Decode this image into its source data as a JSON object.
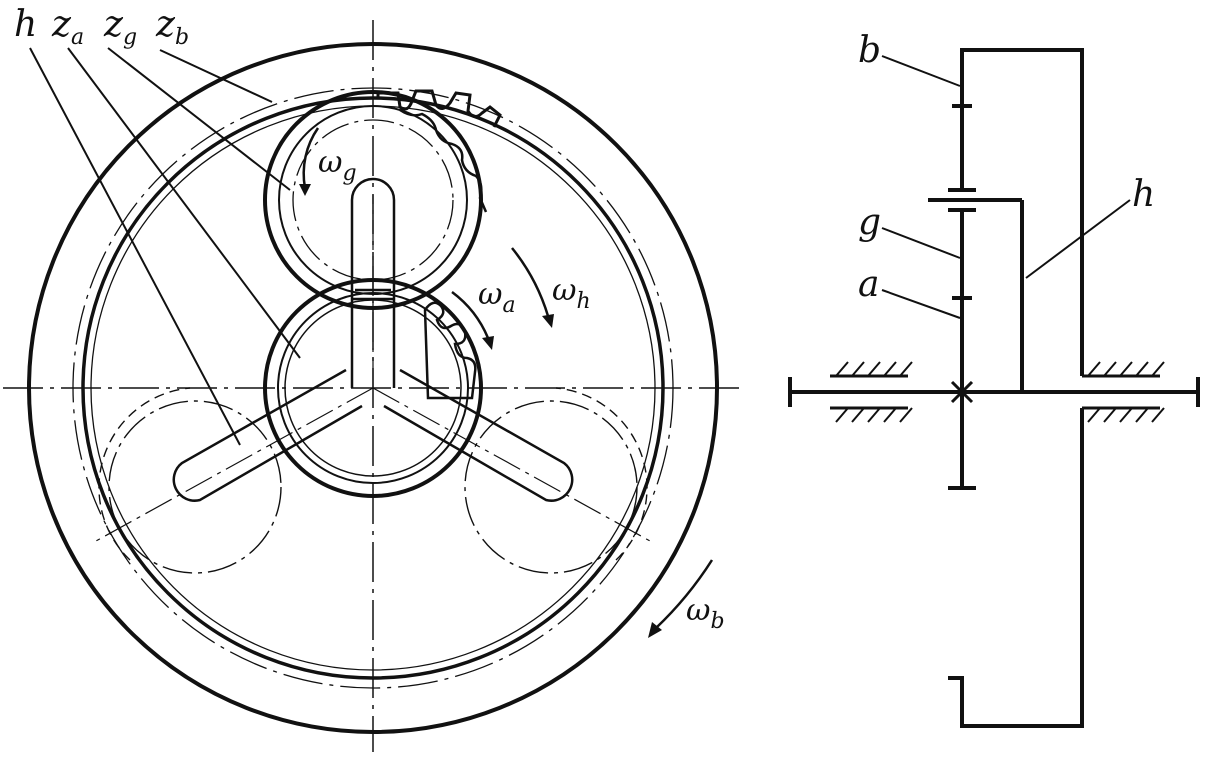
{
  "front_view": {
    "callouts": [
      {
        "id": "h",
        "base": "h",
        "sub": ""
      },
      {
        "id": "za",
        "base": "z",
        "sub": "a"
      },
      {
        "id": "zg",
        "base": "z",
        "sub": "g"
      },
      {
        "id": "zb",
        "base": "z",
        "sub": "b"
      }
    ],
    "omegas": [
      {
        "id": "g",
        "base": "ω",
        "sub": "g"
      },
      {
        "id": "a",
        "base": "ω",
        "sub": "a"
      },
      {
        "id": "h",
        "base": "ω",
        "sub": "h"
      },
      {
        "id": "b",
        "base": "ω",
        "sub": "b"
      }
    ]
  },
  "schematic": {
    "labels": [
      "b",
      "g",
      "h",
      "a"
    ]
  }
}
